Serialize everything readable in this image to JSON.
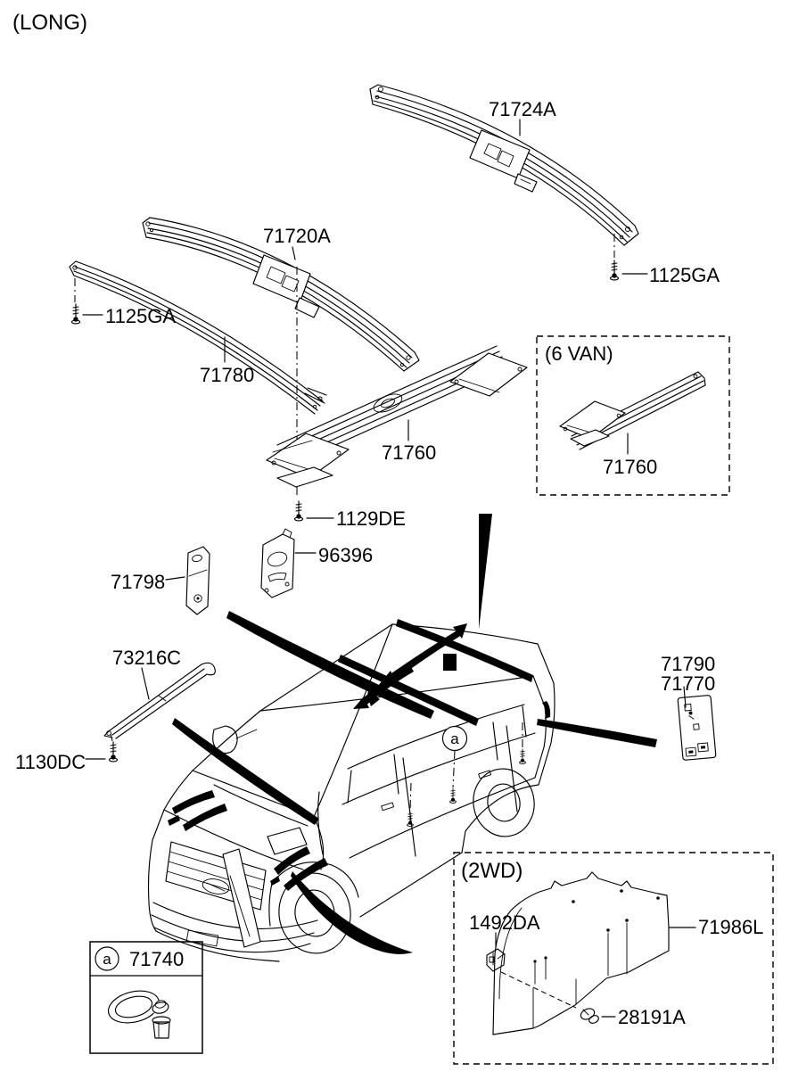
{
  "variant": "(LONG)",
  "parts": {
    "rail_71724A": "71724A",
    "bolt_1125GA_right": "1125GA",
    "rail_71720A": "71720A",
    "bolt_1125GA_left": "1125GA",
    "rail_71780": "71780",
    "rail_71760": "71760",
    "bolt_1129DE": "1129DE",
    "plate_96396": "96396",
    "bracket_71798": "71798",
    "rail_73216C": "73216C",
    "bolt_1130DC": "1130DC",
    "panel_71790": "71790",
    "panel_71770": "71770"
  },
  "inset_six_van": {
    "title": "(6 VAN)",
    "rail_71760": "71760"
  },
  "inset_two_wd": {
    "title": "(2WD)",
    "clip_1492DA": "1492DA",
    "guard_71986L": "71986L",
    "plug_28191A": "28191A"
  },
  "inset_grommet": {
    "marker": "a",
    "part_71740": "71740"
  },
  "van": {
    "marker": "a"
  },
  "colors": {
    "line": "#000000",
    "background": "#ffffff"
  }
}
